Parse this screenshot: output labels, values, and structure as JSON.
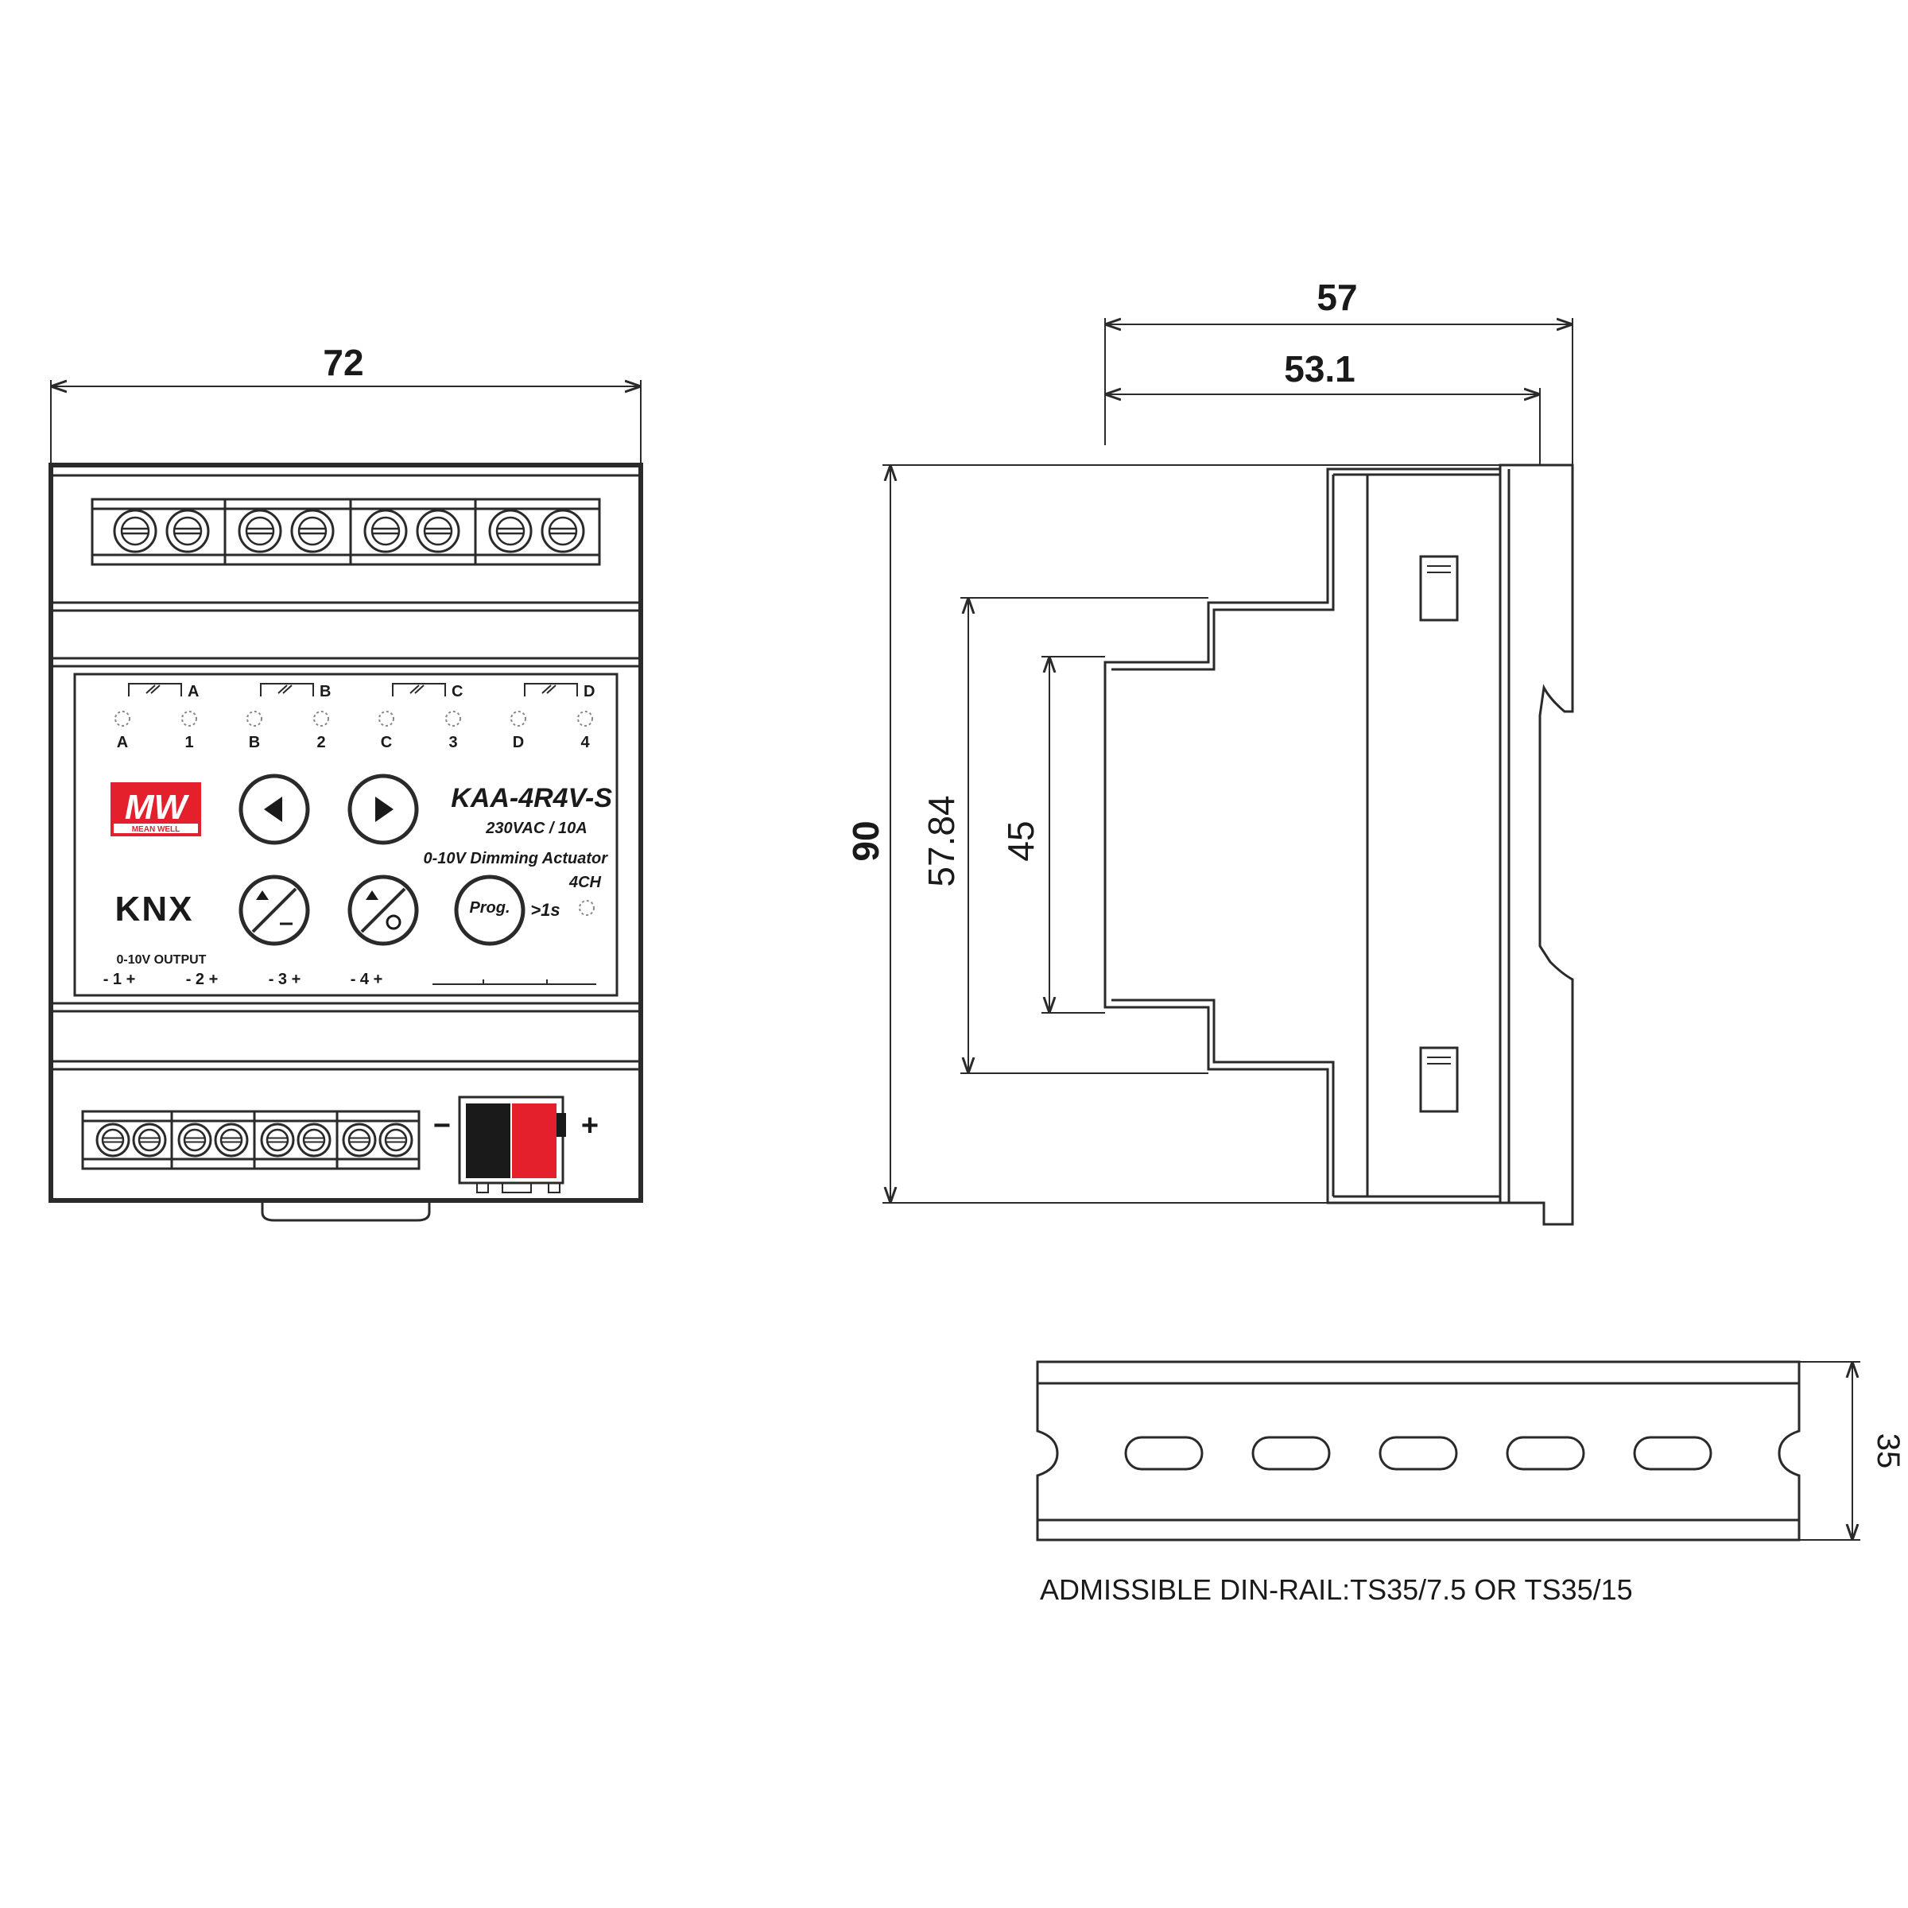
{
  "dimensions": {
    "width_front": "72",
    "depth_total": "57",
    "depth_body": "53.1",
    "height_total": "90",
    "height_step": "57.84",
    "height_neck": "45",
    "rail_height": "35"
  },
  "device": {
    "model": "KAA-4R4V-S",
    "rating": "230VAC / 10A",
    "description": "0-10V Dimming Actuator",
    "channels": "4CH",
    "prog_label": "Prog.",
    "prog_hold": ">1s",
    "brand_logo": "MW",
    "brand_text": "MEAN WELL",
    "knx_logo": "KNX",
    "output_label": "0-10V OUTPUT",
    "relay_labels": [
      "A",
      "B",
      "C",
      "D"
    ],
    "led_labels": [
      "A",
      "1",
      "B",
      "2",
      "C",
      "3",
      "D",
      "4"
    ],
    "output_terminals": [
      "- 1 +",
      "- 2 +",
      "- 3 +",
      "- 4 +"
    ],
    "bus_minus": "−",
    "bus_plus": "+"
  },
  "colors": {
    "bus_red": "#e3202b",
    "bus_black": "#1a1a1a",
    "logo_red": "#e3202b"
  },
  "rail_note": "ADMISSIBLE DIN-RAIL:TS35/7.5 OR TS35/15"
}
